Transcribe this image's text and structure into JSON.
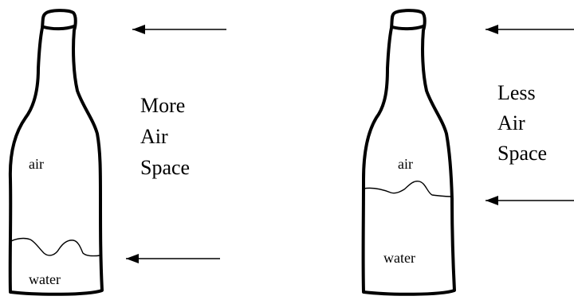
{
  "bottle_left": {
    "air_label": "air",
    "water_label": "water",
    "caption_lines": [
      "More",
      "Air",
      "Space"
    ]
  },
  "bottle_right": {
    "air_label": "air",
    "water_label": "water",
    "caption_lines": [
      "Less",
      "Air",
      "Space"
    ]
  },
  "colors": {
    "ink": "#000000",
    "background": "#ffffff"
  }
}
